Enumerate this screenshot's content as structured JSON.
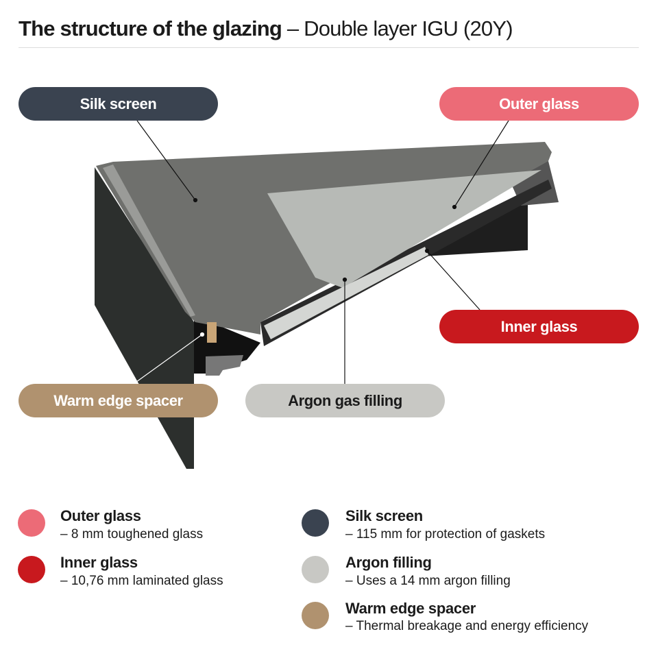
{
  "title": {
    "bold": "The structure of the glazing",
    "rest": " – Double layer IGU (20Y)"
  },
  "callouts": {
    "silk_screen": "Silk screen",
    "outer_glass": "Outer glass",
    "inner_glass": "Inner glass",
    "warm_edge_spacer": "Warm edge spacer",
    "argon": "Argon gas filling"
  },
  "legend": [
    {
      "name": "Outer glass",
      "desc": "– 8 mm toughened glass",
      "color": "#ec6b77"
    },
    {
      "name": "Inner glass",
      "desc": "– 10,76 mm laminated glass",
      "color": "#c8191e"
    },
    {
      "name": "Silk screen",
      "desc": "– 115 mm for protection of gaskets",
      "color": "#3a4350"
    },
    {
      "name": "Argon filling",
      "desc": "– Uses a 14 mm argon filling",
      "color": "#c8c8c4"
    },
    {
      "name": "Warm edge spacer",
      "desc": "– Thermal breakage and energy efficiency",
      "color": "#b0926f"
    }
  ]
}
